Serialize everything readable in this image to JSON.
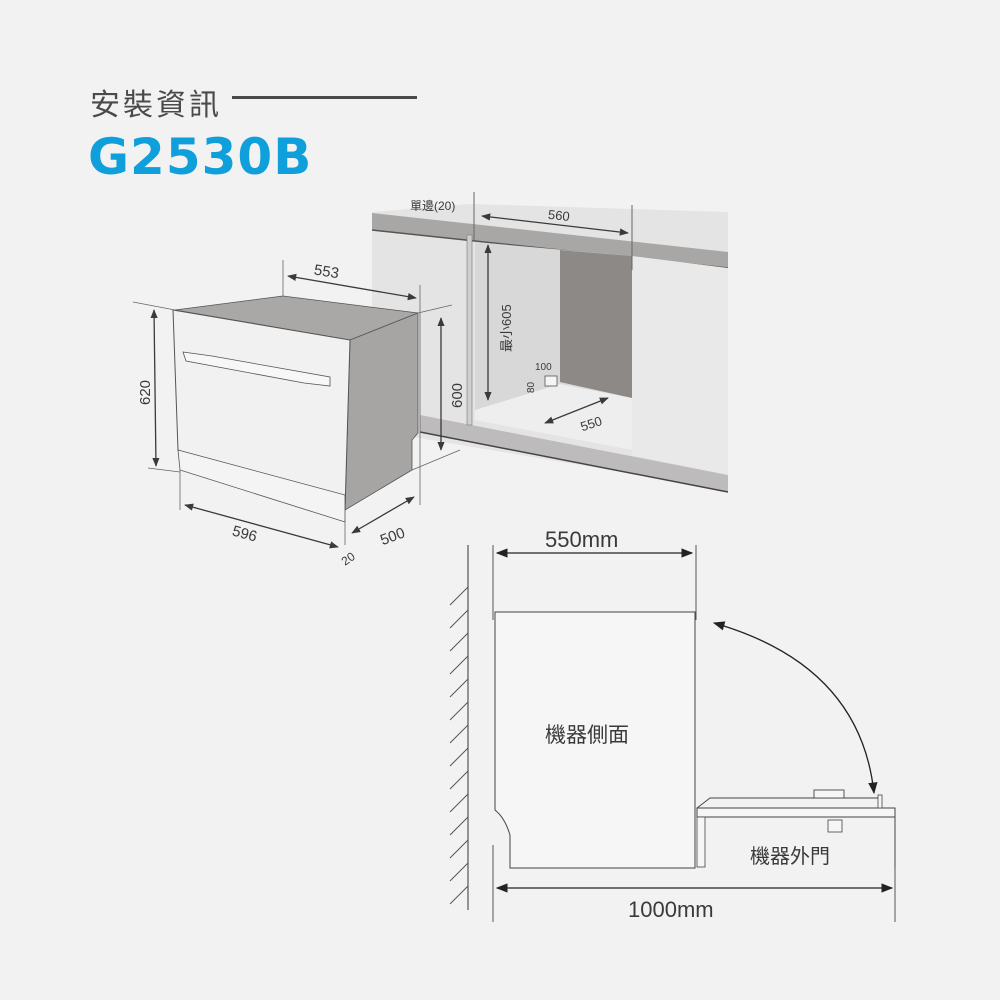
{
  "header": {
    "title": "安裝資訊",
    "model": "G2530B",
    "accent_color": "#0fa0db"
  },
  "cabinet_view": {
    "side_clearance": "單邊(20)",
    "width": "560",
    "min_height": "最小605",
    "hole_width": "100",
    "hole_height": "80",
    "depth": "550"
  },
  "appliance_view": {
    "top_depth": "553",
    "total_height": "620",
    "body_height": "600",
    "width": "596",
    "door_thickness": "20",
    "depth": "500"
  },
  "side_view": {
    "depth_label": "550mm",
    "body_label": "機器側面",
    "door_label": "機器外門",
    "total_label": "1000mm"
  }
}
